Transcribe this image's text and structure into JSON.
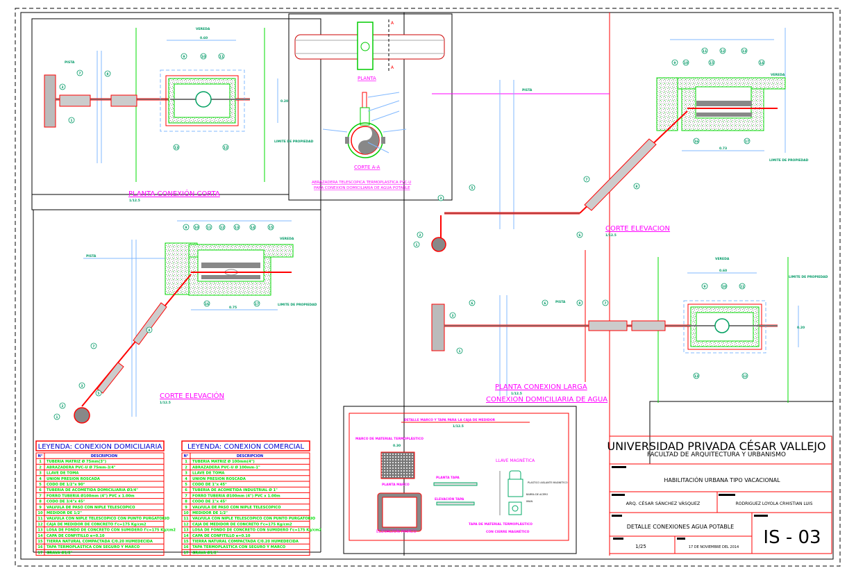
{
  "colors": {
    "frame": "#000000",
    "title_block": "#ff0000",
    "annotation": "#ff00ff",
    "dimension": "#009966",
    "leader": "#80b8ff",
    "concrete": "#00dd00",
    "pipe": "#ff0000"
  },
  "planta_corta": {
    "title": "PLANTA CONEXIÓN CORTA",
    "scale": "1/12.5",
    "pista": "PISTA",
    "vereda": "VEREDA",
    "limite": "LIMITE DE PROPIEDAD",
    "dim_mid": "0.60",
    "dim_side": "0.20",
    "callouts": [
      "1",
      "3",
      "7",
      "8",
      "9",
      "10",
      "11",
      "13",
      "12"
    ]
  },
  "abrazadera": {
    "planta": "PLANTA",
    "corte": "CORTE A-A",
    "section_mark": "A",
    "title_1": "ABRAZADERA TELESCOPICA TERMOPLASTICA PVC-U",
    "title_2": "PARA CONEXION DOMICILIARIA DE AGUA POTABLE"
  },
  "corte_izq": {
    "title": "CORTE ELEVACIÓN",
    "scale": "1/12.5",
    "pista": "PISTA",
    "vereda": "VEREDA",
    "limite": "LIMITE DE PROPIEDAD",
    "dim": "0.75",
    "callouts": [
      "1",
      "2",
      "3",
      "5",
      "7",
      "8",
      "9",
      "10",
      "11",
      "12",
      "13",
      "14",
      "15",
      "16",
      "17"
    ]
  },
  "corte_der": {
    "title": "CORTE ELEVACION",
    "scale": "1/12.5",
    "pista": "PISTA",
    "vereda": "VEREDA",
    "limite": "LIMITE DE PROPIEDAD",
    "dim": "0.73",
    "callouts": [
      "1",
      "2",
      "3",
      "5",
      "6",
      "7",
      "8",
      "9",
      "10",
      "11",
      "12",
      "13",
      "14",
      "15",
      "16",
      "17"
    ]
  },
  "planta_larga": {
    "title": "PLANTA CONEXION LARGA",
    "scale": "1/12.5",
    "subtitle": "CONEXION DOMICILIARIA DE AGUA",
    "pista": "PISTA",
    "vereda": "VEREDA",
    "limite": "LIMITE DE PROPIEDAD",
    "dim_mid": "0.60",
    "dim_side": "0.20",
    "callouts": [
      "1",
      "3",
      "6",
      "6",
      "8",
      "7",
      "9",
      "10",
      "11",
      "13",
      "12"
    ]
  },
  "detalle": {
    "title": "DETALLE MARCO Y TAPA PARA LA CAJA DE MEDIDOR",
    "scale": "1/12.5",
    "marco_material": "MARCO DE MATERIAL TERMOPLÁSTICO",
    "dim": "0.30",
    "planta_marco": "PLANTA MARCO",
    "planta_tapa": "PLANTA TAPA",
    "elevacion_tapa": "ELEVACIÓN TAPA",
    "elevacion_marco": "ELEVACIÓN MARCO",
    "llave": "LLAVE MAGNÉTICA",
    "plastico": "PLASTICO AISLANTE MAGNETICO",
    "barra": "BARRA DE ACERO",
    "iman": "IMAN",
    "tapa_1": "TAPA DE MATERIAL TERMOPLÁSTICO",
    "tapa_2": "CON CIERRE MAGNÉTICO"
  },
  "legend_domiciliaria": {
    "title": "LEYENDA: CONEXION DOMICILIARIA",
    "col_n": "N°",
    "col_desc": "DESCRIPCION",
    "items": [
      {
        "n": "1",
        "d": "TUBERIA MATRIZ Ø 75mm(3\")"
      },
      {
        "n": "2",
        "d": "ABRAZADERA PVC-U Ø 75mm-3/4\""
      },
      {
        "n": "3",
        "d": "LLAVE DE TOMA"
      },
      {
        "n": "4",
        "d": "UNION PRESION ROSCADA"
      },
      {
        "n": "5",
        "d": "CODO DE 1/2\"x 90°"
      },
      {
        "n": "6",
        "d": "TUBERIA DE ACOMETIDA DOMICILIARIA Ø3/4\""
      },
      {
        "n": "7",
        "d": "FORRO TUBERIA Ø100mm (4\") PVC x 1.00m"
      },
      {
        "n": "8",
        "d": "CODO DE 3/4\"x 45°"
      },
      {
        "n": "9",
        "d": "VALVULA DE PASO CON NIPLE TELESCOPICO"
      },
      {
        "n": "10",
        "d": "MEDIDOR DE 1/2\""
      },
      {
        "n": "11",
        "d": "VALVULA CON NIPLE TELESCOPICO CON PUNTO PURGATORIO"
      },
      {
        "n": "12",
        "d": "CAJA DE MEDIDOR DE CONCRETO f'c=175 Kg/cm2"
      },
      {
        "n": "13",
        "d": "LOSA DE FONDO DE CONCRETO CON SUMIDERO f'c=175 Kg/cm2"
      },
      {
        "n": "14",
        "d": "CAPA DE CONFITILLO e=0.10"
      },
      {
        "n": "15",
        "d": "TIERRA NATURAL COMPACTADA C/0.20 HUMEDECIDA"
      },
      {
        "n": "16",
        "d": "TAPA TERMOPLASTICA CON SEGURO Y MARCO"
      },
      {
        "n": "17",
        "d": "GRAVA Ø1/2\""
      }
    ]
  },
  "legend_comercial": {
    "title": "LEYENDA: CONEXION COMERCIAL",
    "col_n": "N°",
    "col_desc": "DESCRIPCION",
    "items": [
      {
        "n": "1",
        "d": "TUBERIA MATRIZ Ø 100mm(4\")"
      },
      {
        "n": "2",
        "d": "ABRAZADERA PVC-U Ø 100mm-1\""
      },
      {
        "n": "3",
        "d": "LLAVE DE TOMA"
      },
      {
        "n": "4",
        "d": "UNION PRESION ROSCADA"
      },
      {
        "n": "5",
        "d": "CODO DE 1\"x 45°"
      },
      {
        "n": "6",
        "d": "TUBERIA DE ACOMETIDA INDUSTRIAL Ø 1\""
      },
      {
        "n": "7",
        "d": "FORRO TUBERIA Ø100mm (4\") PVC x 1.00m"
      },
      {
        "n": "8",
        "d": "CODO DE 1\"x 45°"
      },
      {
        "n": "9",
        "d": "VALVULA DE PASO CON NIPLE TELESCOPICO"
      },
      {
        "n": "10",
        "d": "MEDIDOR DE 1/2\""
      },
      {
        "n": "11",
        "d": "VALVULA CON NIPLE TELESCOPICO CON PUNTO PURGATORIO"
      },
      {
        "n": "12",
        "d": "CAJA DE MEDIDOR DE CONCRETO f'c=175 Kg/cm2"
      },
      {
        "n": "13",
        "d": "LOSA DE FONDO DE CONCRETO CON SUMIDERO f'c=175 Kg/cm2"
      },
      {
        "n": "14",
        "d": "CAPA DE CONFITILLO e=0.10"
      },
      {
        "n": "15",
        "d": "TIERRA NATURAL COMPACTADA C/0.20 HUMEDECIDA"
      },
      {
        "n": "16",
        "d": "TAPA TERMOPLASTICA CON SEGURO Y MARCO"
      },
      {
        "n": "17",
        "d": "GRAVA Ø1/2\""
      }
    ]
  },
  "title_block": {
    "university": "UNIVERSIDAD PRIVADA CÉSAR VALLEJO",
    "faculty": "FACULTAD DE ARQUITECTURA Y URBANISMO",
    "project": "HABILITACIÓN URBANA  TIPO VACACIONAL",
    "advisor": "ARQ. CÉSAR SÁNCHEZ VÁSQUEZ",
    "student": "RODRIGUEZ LOYOLA CRHISTIAN LUIS",
    "sheet_title": "DETALLE CONEXIONES AGUA POTABLE",
    "scale": "1/25",
    "date": "17 DE NOVIEMBRE DEL 2014",
    "sheet_number": "IS - 03"
  }
}
